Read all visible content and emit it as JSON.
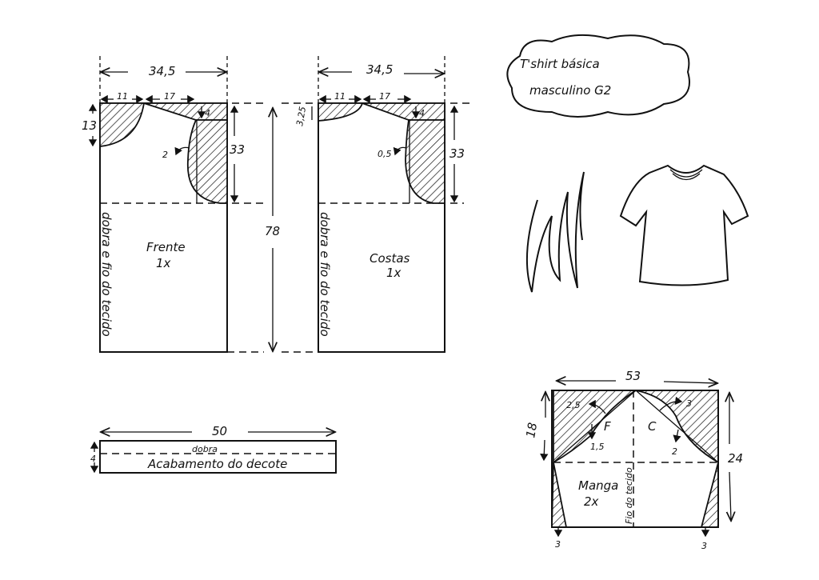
{
  "title": {
    "line1": "T'shirt básica",
    "line2": "masculino G2"
  },
  "front": {
    "name": "Frente",
    "count": "1x",
    "width": "34,5",
    "neck_width": "11",
    "shoulder": "17",
    "shoulder_drop": "4",
    "neck_depth": "13",
    "armhole_depth": "33",
    "armhole_curve": "2",
    "fold_label": "dobra e fio do tecido"
  },
  "back": {
    "name": "Costas",
    "count": "1x",
    "width": "34,5",
    "neck_width": "11",
    "shoulder": "17",
    "shoulder_drop": "4",
    "neck_depth": "3,25",
    "armhole_depth": "33",
    "armhole_curve": "0,5",
    "fold_label": "dobra e fio do tecido"
  },
  "length": "78",
  "neckband": {
    "length": "50",
    "height": "4",
    "fold_label": "dobra",
    "name": "Acabamento do decote"
  },
  "sleeve": {
    "name": "Manga",
    "count": "2x",
    "width": "53",
    "cap_height": "18",
    "height": "24",
    "front_mark": "F",
    "back_mark": "C",
    "front_curve_out": "2,5",
    "front_curve_in": "1,5",
    "back_curve_out": "3",
    "back_curve_in": "2",
    "grain_label": "Fio do tecido",
    "hem_left": "3",
    "hem_right": "3"
  }
}
